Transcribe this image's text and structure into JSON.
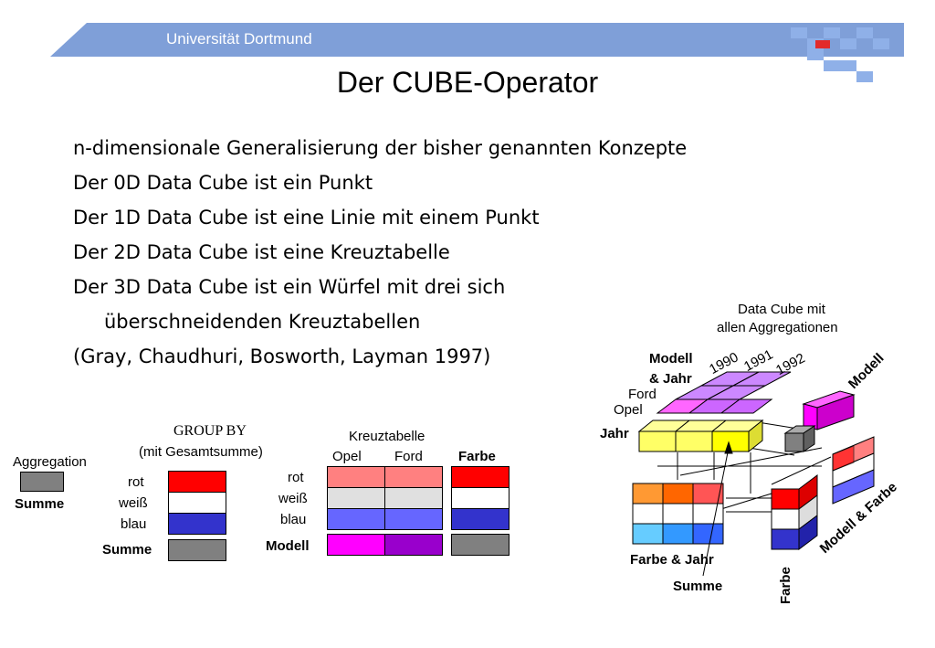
{
  "header": {
    "university": "Universität Dortmund",
    "title": "Der CUBE-Operator"
  },
  "bullets": [
    "n-dimensionale Generalisierung der bisher genannten Konzepte",
    "Der 0D Data Cube ist ein Punkt",
    "Der 1D Data Cube ist eine Linie mit einem Punkt",
    "Der 2D Data Cube ist eine Kreuztabelle",
    "Der 3D Data Cube ist ein Würfel mit drei sich",
    "überschneidenden Kreuztabellen",
    "(Gray, Chaudhuri, Bosworth, Layman 1997)"
  ],
  "aggregation": {
    "label": "Aggregation",
    "summe": "Summe"
  },
  "groupby": {
    "title": "GROUP BY",
    "subtitle": "(mit Gesamtsumme)",
    "rows": [
      "rot",
      "weiß",
      "blau"
    ],
    "summe": "Summe"
  },
  "kreuztabelle": {
    "title": "Kreuztabelle",
    "cols": [
      "Opel",
      "Ford"
    ],
    "farbe": "Farbe",
    "rows": [
      "rot",
      "weiß",
      "blau"
    ],
    "modell": "Modell"
  },
  "cube": {
    "title_line1": "Data Cube mit",
    "title_line2": "allen Aggregationen",
    "modell_jahr_1": "Modell",
    "modell_jahr_2": "& Jahr",
    "years": [
      "1990",
      "1991",
      "1992"
    ],
    "ford": "Ford",
    "opel": "Opel",
    "jahr": "Jahr",
    "modell": "Modell",
    "modell_farbe": "Modell & Farbe",
    "farbe_jahr": "Farbe & Jahr",
    "summe": "Summe",
    "farbe": "Farbe"
  },
  "colors": {
    "header_blue": "#7f9fd8",
    "red": "#ff0000",
    "blue": "#3333cc",
    "gray": "#808080",
    "magenta": "#ff00ff",
    "purple": "#9900cc",
    "yellow": "#ffff66",
    "lavender": "#cc88ff"
  }
}
